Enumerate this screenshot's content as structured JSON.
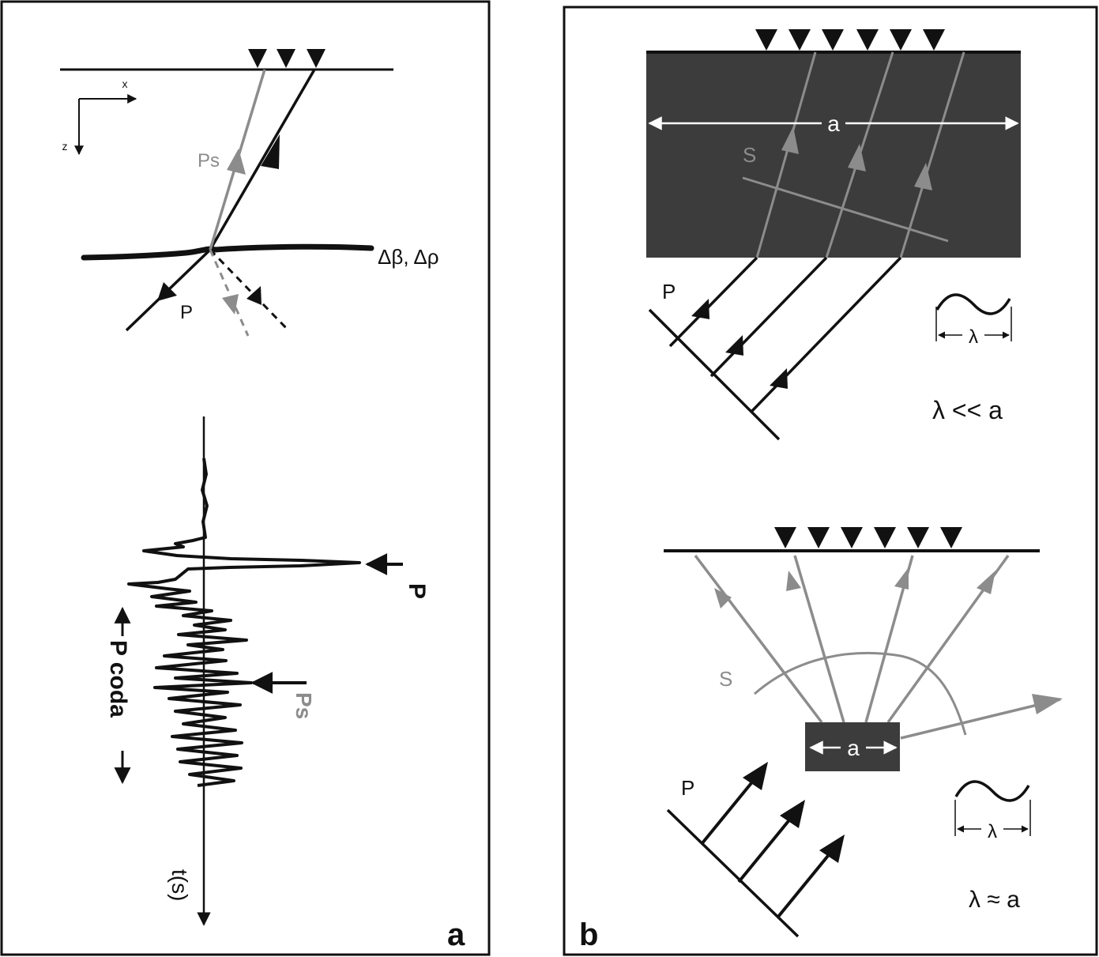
{
  "panel_a": {
    "axis_x": "x",
    "axis_z": "z",
    "ray_ps": "Ps",
    "ray_p": "P",
    "interface": "Δβ, Δρ",
    "trace_p": "P",
    "trace_ps": "Ps",
    "coda": "P coda",
    "time_axis": "t(s)",
    "panel_letter": "a"
  },
  "panel_b": {
    "top": {
      "width": "a",
      "wave_s": "S",
      "wave_p": "P",
      "wavelength": "λ",
      "relation": "λ << a"
    },
    "bottom": {
      "wave_s": "S",
      "width": "a",
      "wave_p": "P",
      "wavelength": "λ",
      "relation": "λ ≈ a"
    },
    "panel_letter": "b"
  },
  "colors": {
    "black": "#111111",
    "gray": "#8c8c8c",
    "block": "#3c3c3c",
    "white": "#ffffff"
  }
}
